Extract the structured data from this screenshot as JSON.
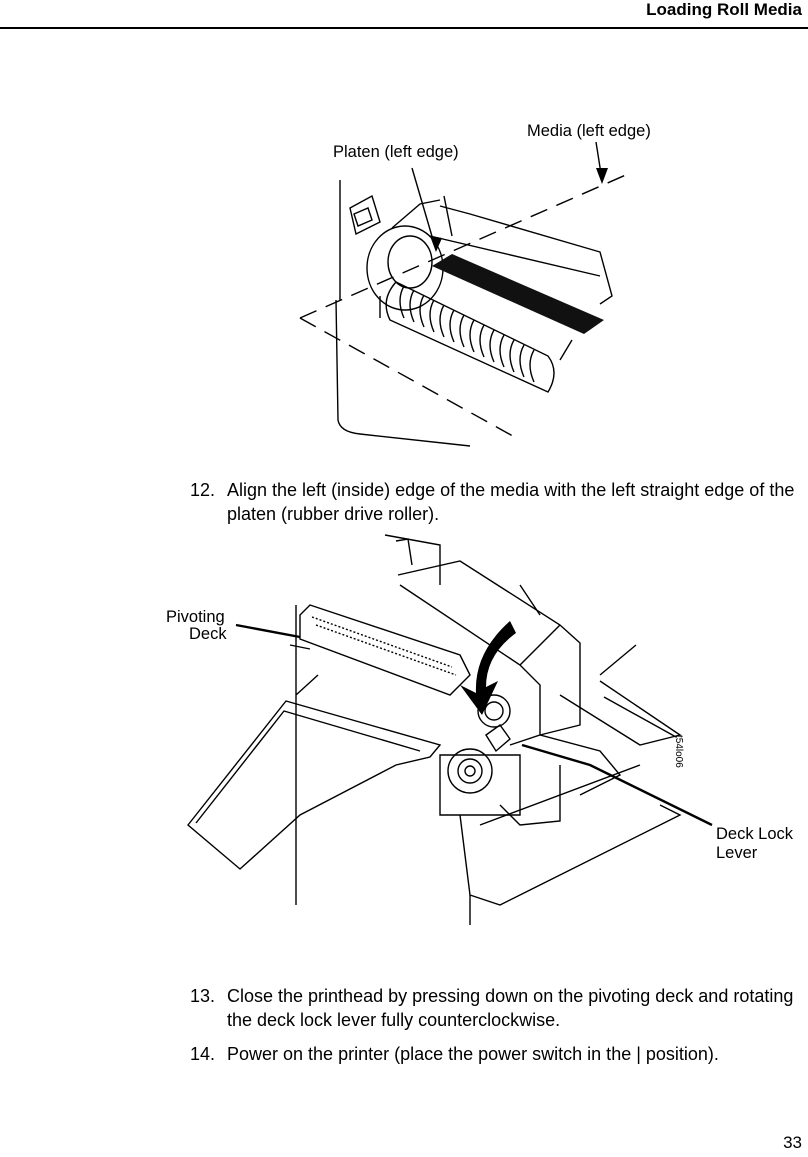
{
  "header": {
    "title": "Loading Roll Media"
  },
  "figure1": {
    "callout_platen": "Platen (left edge)",
    "callout_media": "Media (left edge)"
  },
  "steps": [
    {
      "number": "12.",
      "text": "Align the left (inside) edge of the media with the left straight edge of the platen (rubber drive roller)."
    },
    {
      "number": "13.",
      "text": "Close the printhead by pressing down on the pivoting deck and rotating the deck lock lever fully counterclockwise."
    },
    {
      "number": "14.",
      "text": "Power on the printer (place the power switch in the | position)."
    }
  ],
  "figure2": {
    "callout_pivoting_1": "Pivoting",
    "callout_pivoting_2": "Deck",
    "callout_lock_1": "Deck Lock",
    "callout_lock_2": "Lever",
    "figure_id": "t54lo06"
  },
  "footer": {
    "page_number": "33"
  }
}
